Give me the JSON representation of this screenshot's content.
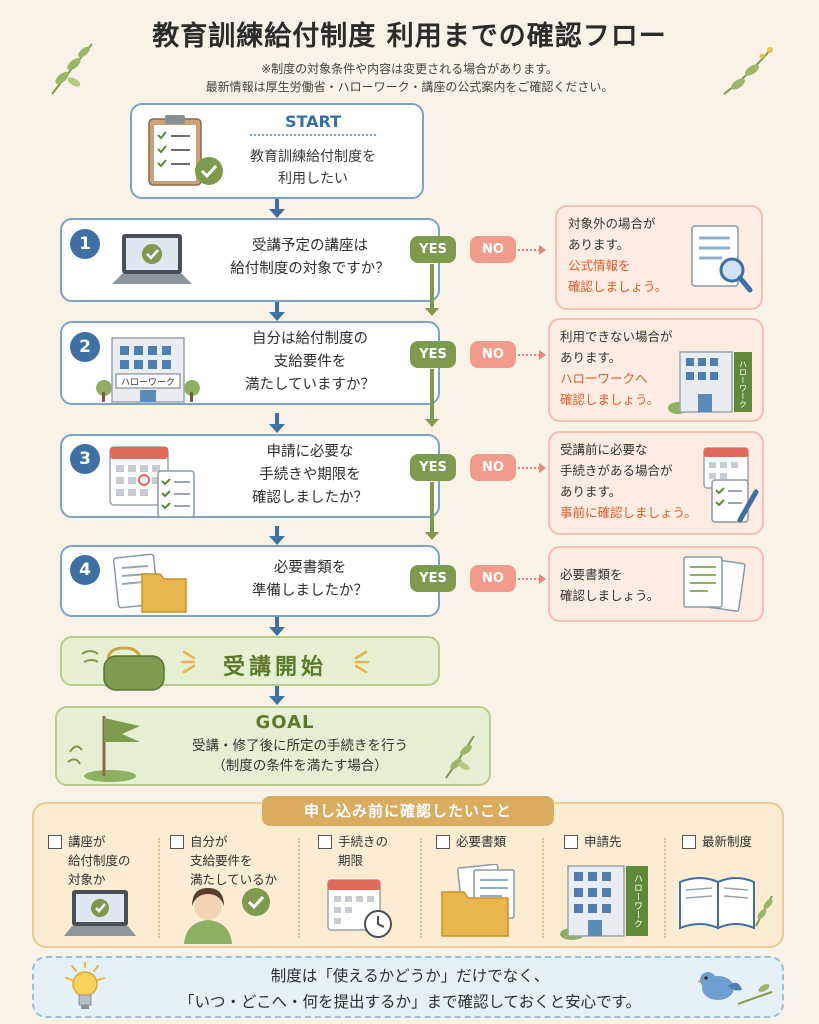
{
  "header": {
    "title": "教育訓練給付制度 利用までの確認フロー",
    "note_line1": "※制度の対象条件や内容は変更される場合があります。",
    "note_line2": "最新情報は厚生労働省・ハローワーク・講座の公式案内をご確認ください。"
  },
  "start": {
    "label": "START",
    "line1": "教育訓練給付制度を",
    "line2": "利用したい"
  },
  "steps": [
    {
      "number": "1",
      "question_line1": "受講予定の講座は",
      "question_line2": "給付制度の対象ですか？",
      "question_line3": "",
      "yes": "YES",
      "no": "NO",
      "no_line1": "対象外の場合が",
      "no_line2": "あります。",
      "no_accent1": "公式情報を",
      "no_accent2": "確認しましょう。"
    },
    {
      "number": "2",
      "question_line1": "自分は給付制度の",
      "question_line2": "支給要件を",
      "question_line3": "満たしていますか？",
      "yes": "YES",
      "no": "NO",
      "building_sign": "ハローワーク",
      "no_line1": "利用できない場合が",
      "no_line2": "あります。",
      "no_accent1": "ハローワークへ",
      "no_accent2": "確認しましょう。",
      "no_building_sign": "ハローワーク"
    },
    {
      "number": "3",
      "question_line1": "申請に必要な",
      "question_line2": "手続きや期限を",
      "question_line3": "確認しましたか？",
      "yes": "YES",
      "no": "NO",
      "no_line1": "受講前に必要な",
      "no_line2": "手続きがある場合が",
      "no_line3": "あります。",
      "no_accent1": "事前に確認しましょう。"
    },
    {
      "number": "4",
      "question_line1": "必要書類を",
      "question_line2": "準備しましたか？",
      "question_line3": "",
      "yes": "YES",
      "no": "NO",
      "no_line1": "必要書類を",
      "no_line2": "確認しましょう。"
    }
  ],
  "course_start": "受講開始",
  "goal": {
    "label": "GOAL",
    "line1": "受講・修了後に所定の手続きを行う",
    "line2": "（制度の条件を満たす場合）"
  },
  "checklist": {
    "title": "申し込み前に確認したいこと",
    "items": [
      {
        "line1": "講座が",
        "line2": "給付制度の",
        "line3": "対象か"
      },
      {
        "line1": "自分が",
        "line2": "支給要件を",
        "line3": "満たしているか"
      },
      {
        "line1": "手続きの",
        "line2": "期限",
        "line3": ""
      },
      {
        "line1": "必要書類",
        "line2": "",
        "line3": ""
      },
      {
        "line1": "申請先",
        "line2": "",
        "line3": "",
        "sign": "ハローワーク"
      },
      {
        "line1": "最新制度",
        "line2": "",
        "line3": ""
      }
    ]
  },
  "footer": {
    "line1": "制度は「使えるかどうか」だけでなく、",
    "line2": "「いつ・どこへ・何を提出するか」まで確認しておくと安心です。"
  },
  "colors": {
    "background": "#f8f3e6",
    "blue": "#3f6fa3",
    "yes_green": "#7e9a4e",
    "no_pink": "#f19b8d",
    "accent_orange": "#e05a2b",
    "check_gold": "#d9ac5f"
  }
}
